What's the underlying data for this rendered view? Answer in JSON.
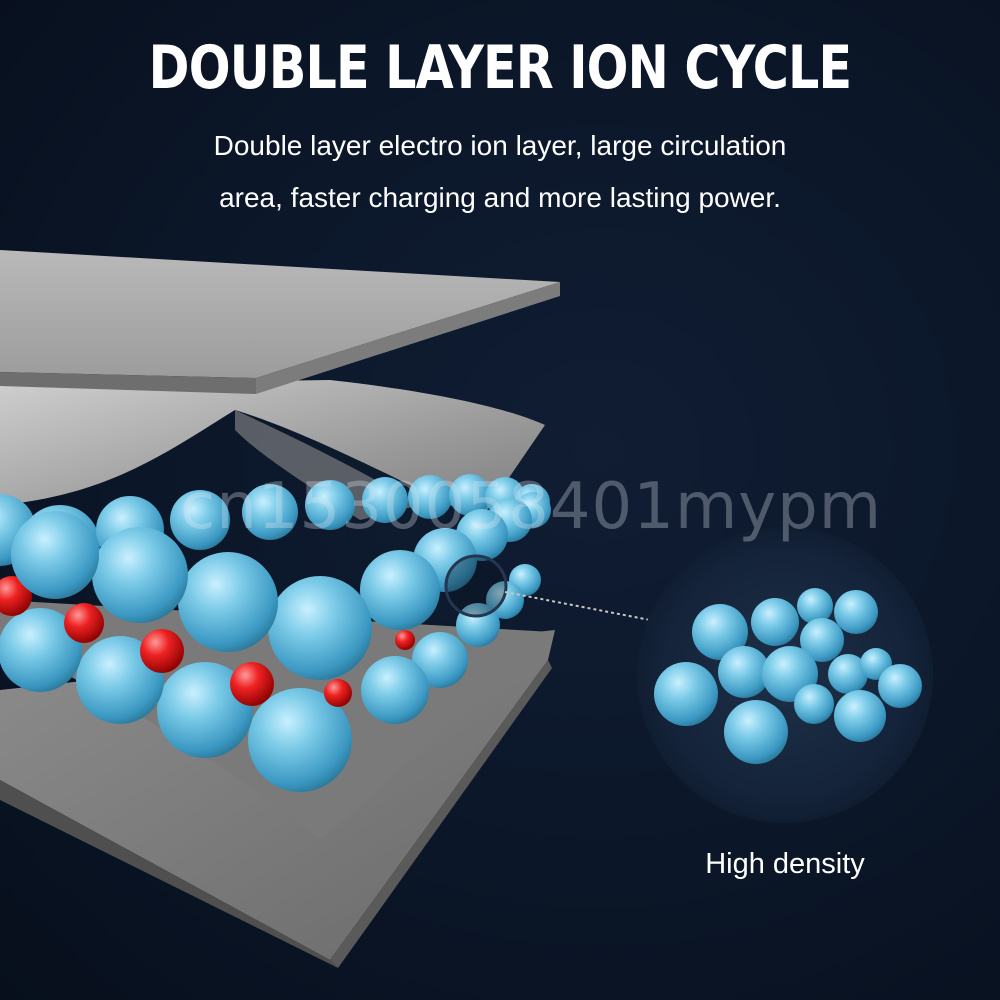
{
  "header": {
    "title": "DOUBLE LAYER ION CYCLE",
    "subtitle_line1": "Double layer electro ion layer, large circulation",
    "subtitle_line2": "area, faster charging and more lasting power."
  },
  "watermark": "cn1530058401mypm",
  "callout": {
    "caption": "High density"
  },
  "colors": {
    "background": "#0b1628",
    "ion_blue": "#5cb8d9",
    "ion_red": "#e3101a",
    "sheet_gray": "#8b8b8b"
  }
}
